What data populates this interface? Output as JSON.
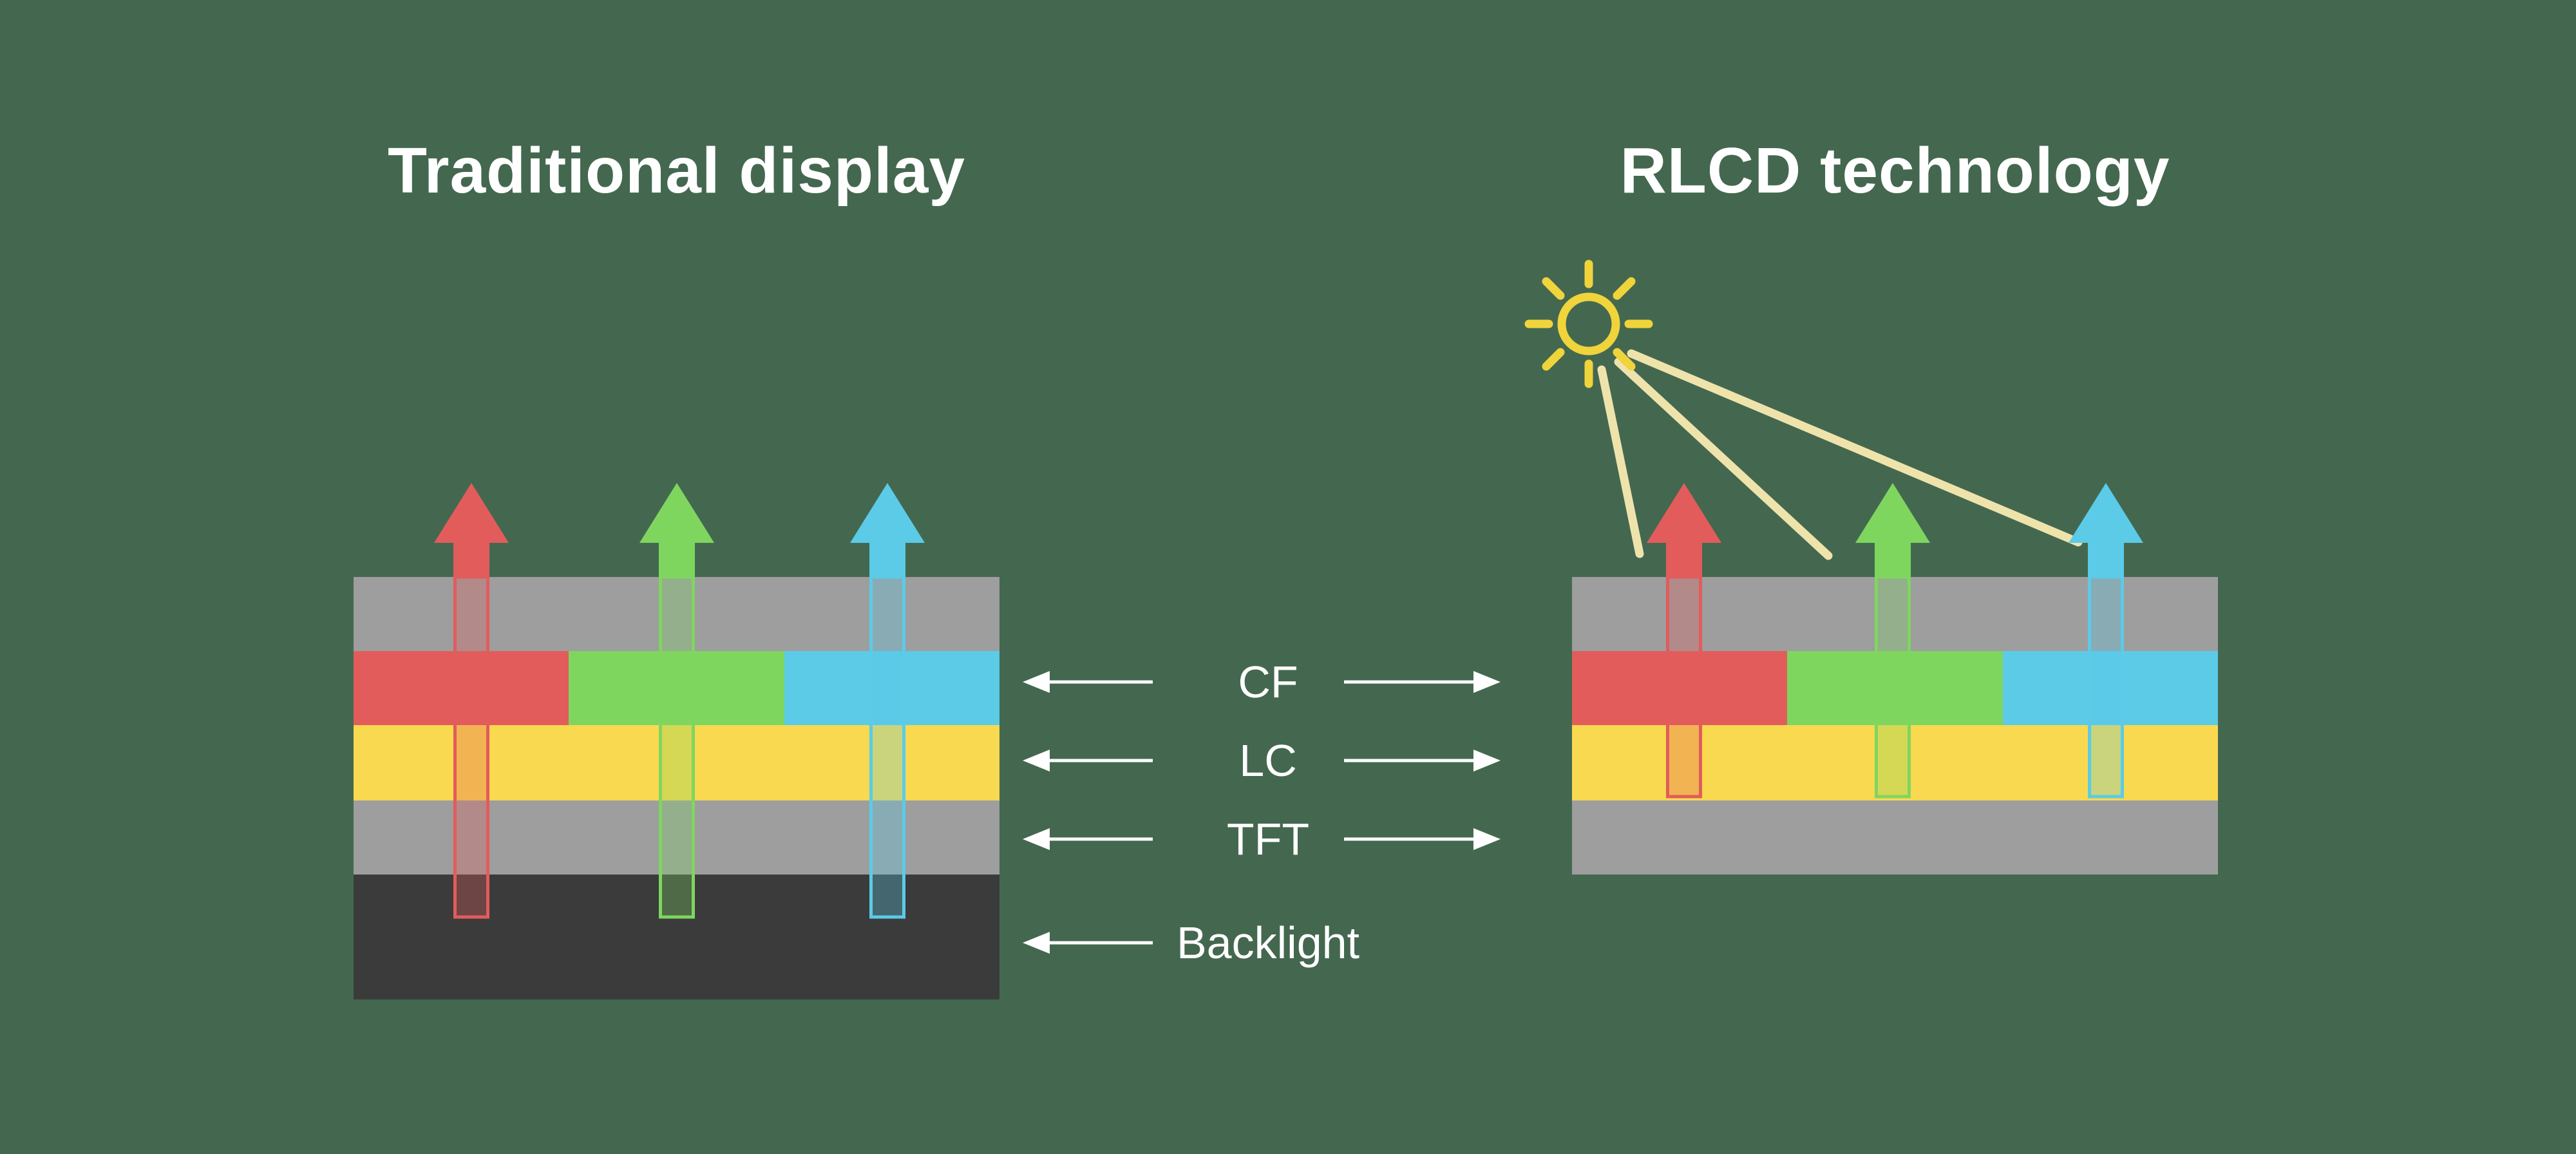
{
  "left_panel": {
    "title": "Traditional display"
  },
  "right_panel": {
    "title": "RLCD technology"
  },
  "legend": {
    "cf": "CF",
    "lc": "LC",
    "tft": "TFT",
    "backlight": "Backlight"
  },
  "colors": {
    "background": "#44684F",
    "text": "#FFFFFF",
    "gray": "#9E9E9E",
    "dark": "#3B3B3B",
    "red": "#E25C5C",
    "green": "#7FD65F",
    "blue": "#5BCBE8",
    "yellow": "#F9D94F",
    "cream": "#EFE3AC",
    "sun": "#EFD43B"
  }
}
